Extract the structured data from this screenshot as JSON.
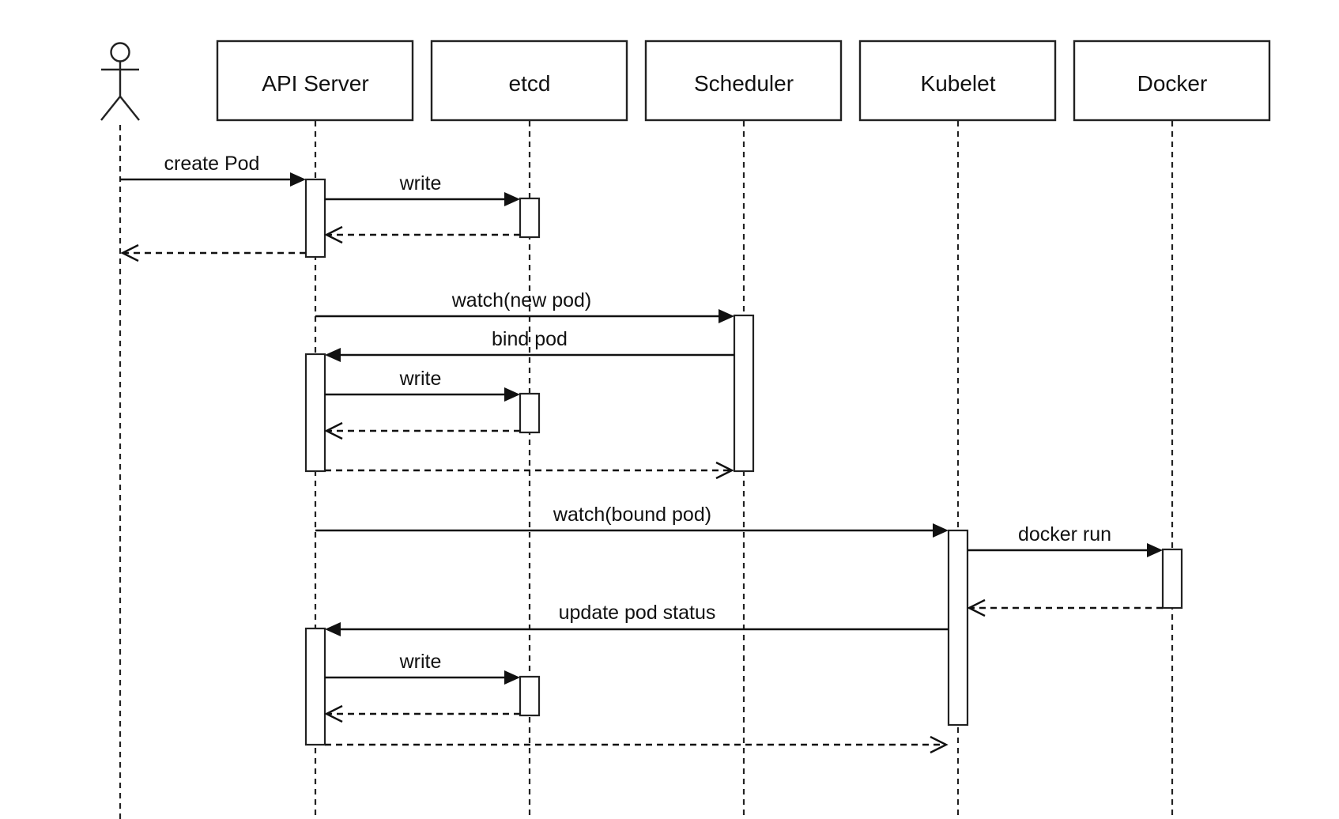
{
  "participants": [
    {
      "id": "actor",
      "label": ""
    },
    {
      "id": "api",
      "label": "API Server"
    },
    {
      "id": "etcd",
      "label": "etcd"
    },
    {
      "id": "scheduler",
      "label": "Scheduler"
    },
    {
      "id": "kubelet",
      "label": "Kubelet"
    },
    {
      "id": "docker",
      "label": "Docker"
    }
  ],
  "messages": [
    {
      "label": "create Pod",
      "from": "actor",
      "to": "api",
      "style": "sync"
    },
    {
      "label": "write",
      "from": "api",
      "to": "etcd",
      "style": "sync"
    },
    {
      "label": "",
      "from": "etcd",
      "to": "api",
      "style": "return"
    },
    {
      "label": "",
      "from": "api",
      "to": "actor",
      "style": "return"
    },
    {
      "label": "watch(new pod)",
      "from": "api",
      "to": "scheduler",
      "style": "sync"
    },
    {
      "label": "bind pod",
      "from": "scheduler",
      "to": "api",
      "style": "sync"
    },
    {
      "label": "write",
      "from": "api",
      "to": "etcd",
      "style": "sync"
    },
    {
      "label": "",
      "from": "etcd",
      "to": "api",
      "style": "return"
    },
    {
      "label": "",
      "from": "api",
      "to": "scheduler",
      "style": "return"
    },
    {
      "label": "watch(bound pod)",
      "from": "api",
      "to": "kubelet",
      "style": "sync"
    },
    {
      "label": "docker run",
      "from": "kubelet",
      "to": "docker",
      "style": "sync"
    },
    {
      "label": "",
      "from": "docker",
      "to": "kubelet",
      "style": "return"
    },
    {
      "label": "update pod status",
      "from": "kubelet",
      "to": "api",
      "style": "sync"
    },
    {
      "label": "write",
      "from": "api",
      "to": "etcd",
      "style": "sync"
    },
    {
      "label": "",
      "from": "etcd",
      "to": "api",
      "style": "return"
    },
    {
      "label": "",
      "from": "api",
      "to": "kubelet",
      "style": "return"
    }
  ]
}
